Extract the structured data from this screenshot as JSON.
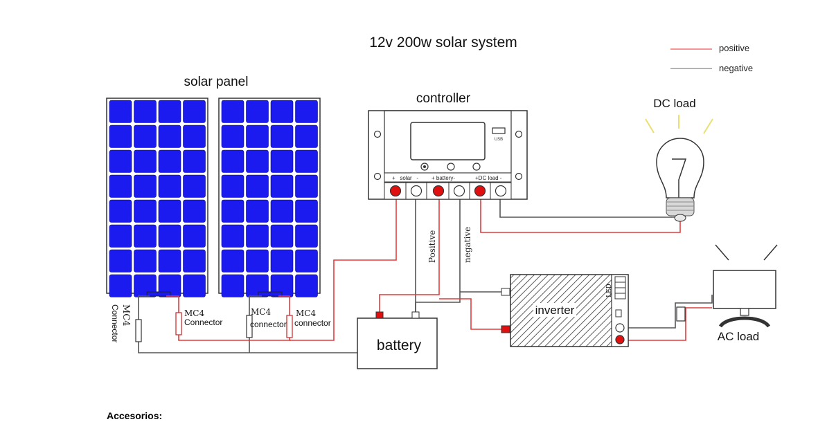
{
  "diagram": {
    "title": "12v  200w  solar  system",
    "legend": [
      {
        "label": "positive",
        "color": "#f07070"
      },
      {
        "label": "negative",
        "color": "#9a9a9a"
      }
    ],
    "labels": {
      "solar_panel": "solar panel",
      "controller": "controller",
      "dc_load": "DC load",
      "battery": "battery",
      "inverter": "inverter",
      "ac_load": "AC load",
      "usb": "USB",
      "led": "LED",
      "mc4_left_vertical": "MC4",
      "connector_left_vertical": "Connector",
      "mc4_a": "MC4",
      "connector_a": "Connector",
      "mc4_b": "MC4",
      "connector_b": "connector",
      "mc4_c": "MC4",
      "connector_c": "connector",
      "wire_positive": "Positive",
      "wire_negative": "negative",
      "terminal_solar": "+   solar   -",
      "terminal_battery": "+ battery-",
      "terminal_dcload": "+DC load -"
    },
    "colors": {
      "panel_cell": "#1b1bf0",
      "positive_wire": "#e23c3c",
      "negative_wire": "#555555",
      "terminal_red": "#e01010"
    }
  },
  "footer": {
    "text": "Accesorios:"
  }
}
